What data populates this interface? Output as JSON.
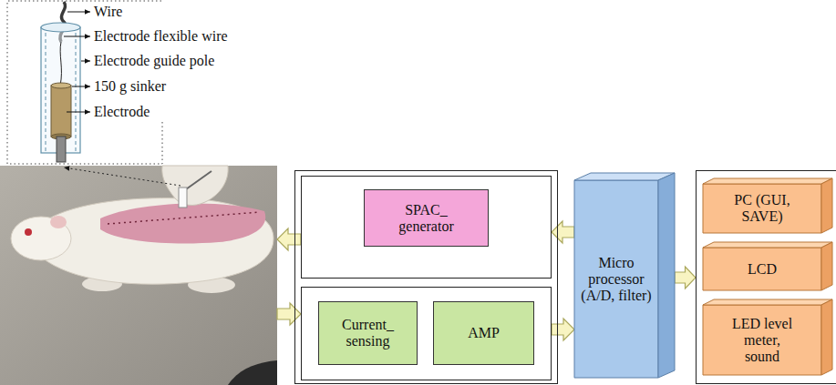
{
  "diagram": {
    "nodes": [
      {
        "text": []
      },
      {
        "text": []
      },
      {
        "text": [],
        "in": 1
      },
      {
        "text": [
          "SPAC_ generator"
        ],
        "in": 2
      },
      {
        "text": [],
        "in": 1
      },
      {
        "text": [
          "Current_ sensing"
        ],
        "in": 4
      },
      {
        "text": [
          "AMP"
        ],
        "in": 4
      },
      {
        "text": [
          "Micro processor (A/D, filter)"
        ]
      },
      {
        "text": []
      },
      {
        "text": [
          "PC (GUI, SAVE)"
        ],
        "in": 8
      },
      {
        "text": [
          "LCD"
        ],
        "in": 8
      },
      {
        "text": [
          "LED level meter, sound"
        ],
        "in": 8
      }
    ],
    "edges": [
      {
        "from": 2,
        "to": 0,
        "arrow": "to"
      },
      {
        "from": 0,
        "to": 4,
        "arrow": "to"
      },
      {
        "from": 7,
        "to": 2,
        "arrow": "to"
      },
      {
        "from": 4,
        "to": 7,
        "arrow": "to"
      },
      {
        "from": 7,
        "to": 8,
        "arrow": "to"
      }
    ],
    "labels": [
      "Wire",
      "Electrode flexible wire",
      "Electrode guide pole",
      "150 g sinker",
      "Electrode"
    ]
  }
}
